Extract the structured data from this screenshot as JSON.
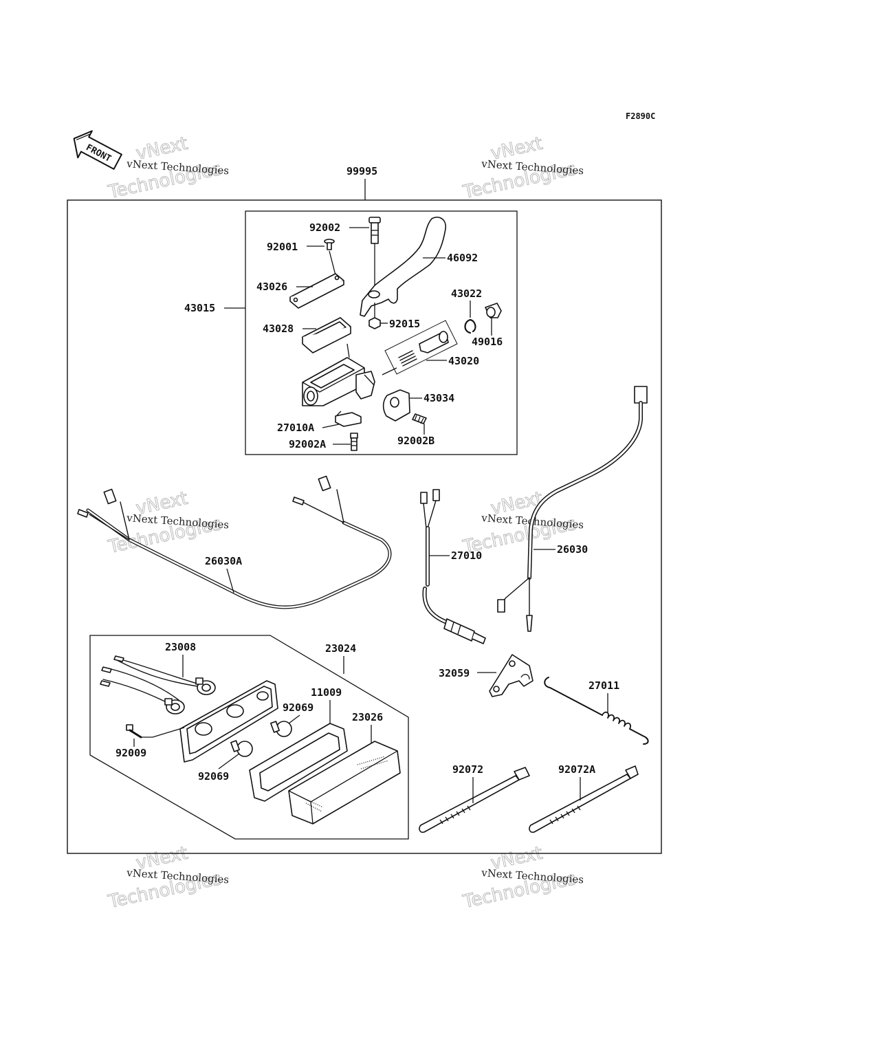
{
  "diagram_code": "F2890C",
  "front_label": "FRONT",
  "watermark": {
    "line": "vNext Technologies",
    "big1": "vNext",
    "big2": "Technologies"
  },
  "labels": {
    "p99995": "99995",
    "p43015": "43015",
    "p92002": "92002",
    "p92001": "92001",
    "p46092": "46092",
    "p43026": "43026",
    "p43022": "43022",
    "p92015": "92015",
    "p43028": "43028",
    "p49016": "49016",
    "p43020": "43020",
    "p43034": "43034",
    "p27010A": "27010A",
    "p92002B": "92002B",
    "p92002A": "92002A",
    "p26030A": "26030A",
    "p27010": "27010",
    "p26030": "26030",
    "p23008": "23008",
    "p23024": "23024",
    "p11009": "11009",
    "p92069a": "92069",
    "p23026": "23026",
    "p92009": "92009",
    "p92069b": "92069",
    "p32059": "32059",
    "p27011": "27011",
    "p92072": "92072",
    "p92072A": "92072A"
  }
}
